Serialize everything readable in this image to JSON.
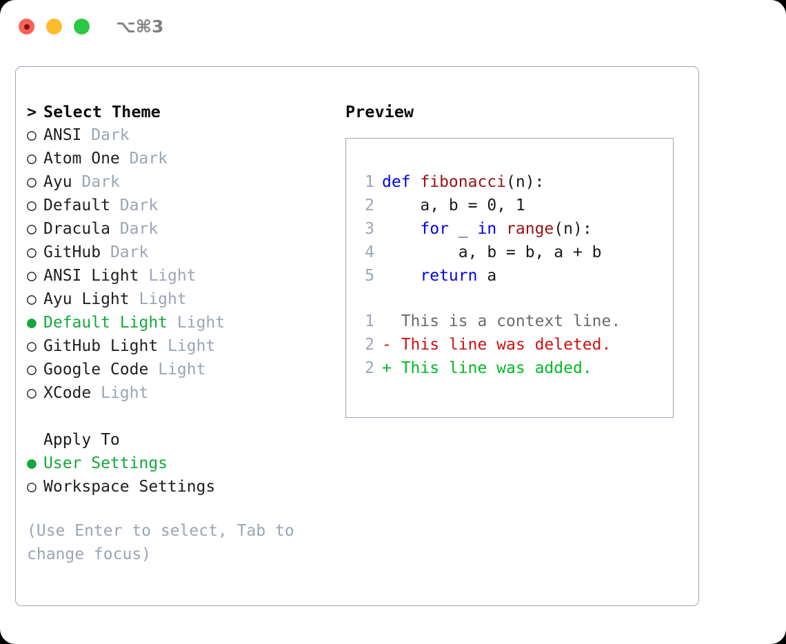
{
  "titlebar": {
    "shortcut": "⌥⌘3",
    "buttons": [
      {
        "name": "close",
        "color": "#fb6058"
      },
      {
        "name": "minimize",
        "color": "#fcbd2e"
      },
      {
        "name": "maximize",
        "color": "#2bc841"
      }
    ]
  },
  "colors": {
    "selected_green": "#14a83c",
    "muted_gray": "#9aa5b5",
    "panel_border": "#9aa5b5",
    "keyword_blue": "#0000ee",
    "function_red": "#991111",
    "diff_delete_red": "#cc1111",
    "diff_add_green": "#00bb22"
  },
  "theme_list": {
    "header_marker": ">",
    "header_label": "Select Theme",
    "marker_unselected": "○",
    "marker_selected": "●",
    "items": [
      {
        "marker": "○",
        "name": "ANSI",
        "category": "Dark",
        "selected": false
      },
      {
        "marker": "○",
        "name": "Atom One",
        "category": "Dark",
        "selected": false
      },
      {
        "marker": "○",
        "name": "Ayu",
        "category": "Dark",
        "selected": false
      },
      {
        "marker": "○",
        "name": "Default",
        "category": "Dark",
        "selected": false
      },
      {
        "marker": "○",
        "name": "Dracula",
        "category": "Dark",
        "selected": false
      },
      {
        "marker": "○",
        "name": "GitHub",
        "category": "Dark",
        "selected": false
      },
      {
        "marker": "○",
        "name": "ANSI Light",
        "category": "Light",
        "selected": false
      },
      {
        "marker": "○",
        "name": "Ayu Light",
        "category": "Light",
        "selected": false
      },
      {
        "marker": "●",
        "name": "Default Light",
        "category": "Light",
        "selected": true
      },
      {
        "marker": "○",
        "name": "GitHub Light",
        "category": "Light",
        "selected": false
      },
      {
        "marker": "○",
        "name": "Google Code",
        "category": "Light",
        "selected": false
      },
      {
        "marker": "○",
        "name": "XCode",
        "category": "Light",
        "selected": false
      }
    ]
  },
  "apply_to": {
    "header_label": "Apply To",
    "items": [
      {
        "marker": "●",
        "name": "User Settings",
        "selected": true
      },
      {
        "marker": "○",
        "name": "Workspace Settings",
        "selected": false
      }
    ]
  },
  "hint": {
    "line1": "(Use Enter to select, Tab to",
    "line2": "change focus)"
  },
  "preview": {
    "title": "Preview",
    "code_lines": [
      {
        "no": "1",
        "tokens": [
          {
            "t": "def ",
            "k": "kw"
          },
          {
            "t": "fibonacci",
            "k": "fn"
          },
          {
            "t": "(n):",
            "k": "plain"
          }
        ]
      },
      {
        "no": "2",
        "tokens": [
          {
            "t": "    a, b = 0, 1",
            "k": "plain"
          }
        ]
      },
      {
        "no": "3",
        "tokens": [
          {
            "t": "    ",
            "k": "plain"
          },
          {
            "t": "for",
            "k": "kw"
          },
          {
            "t": " _ ",
            "k": "plain"
          },
          {
            "t": "in",
            "k": "kw"
          },
          {
            "t": " ",
            "k": "plain"
          },
          {
            "t": "range",
            "k": "fn"
          },
          {
            "t": "(n):",
            "k": "plain"
          }
        ]
      },
      {
        "no": "4",
        "tokens": [
          {
            "t": "        a, b = b, a + b",
            "k": "plain"
          }
        ]
      },
      {
        "no": "5",
        "tokens": [
          {
            "t": "    ",
            "k": "plain"
          },
          {
            "t": "return",
            "k": "kw"
          },
          {
            "t": " a",
            "k": "plain"
          }
        ]
      }
    ],
    "diff_lines": [
      {
        "no": "1",
        "sign": " ",
        "text": " This is a context line.",
        "kind": "ctx"
      },
      {
        "no": "2",
        "sign": "-",
        "text": " This line was deleted.",
        "kind": "del"
      },
      {
        "no": "2",
        "sign": "+",
        "text": " This line was added.",
        "kind": "add"
      }
    ]
  }
}
